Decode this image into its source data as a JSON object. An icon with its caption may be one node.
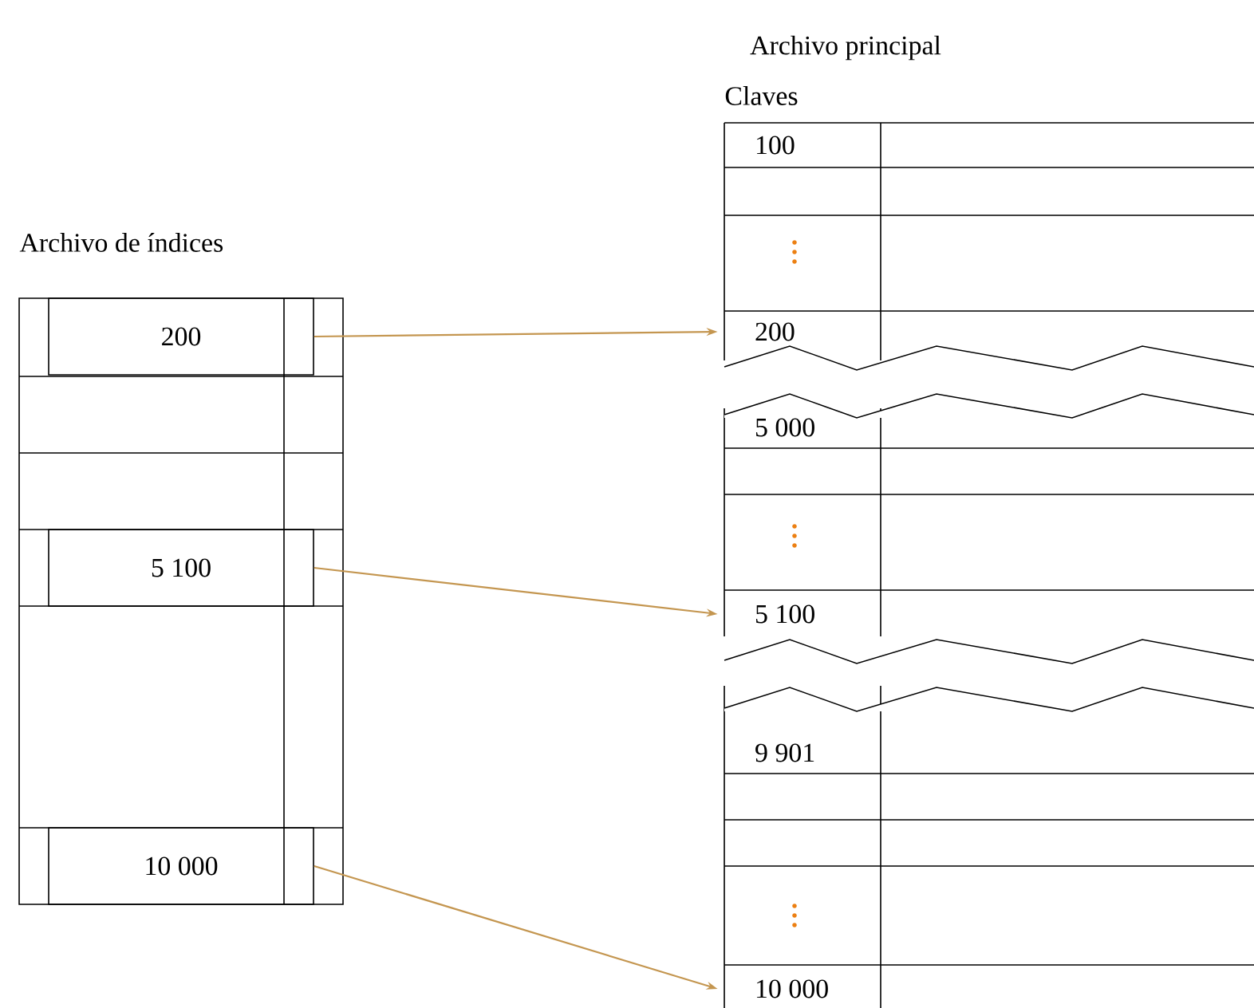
{
  "diagram": {
    "nodes": [
      {
        "text": [
          "200"
        ]
      },
      {
        "text": [
          "5 100"
        ]
      },
      {
        "text": [
          "10 000"
        ]
      },
      {
        "text": [
          "100"
        ]
      },
      {
        "text": [
          "200"
        ]
      },
      {
        "text": [
          "5 000"
        ]
      },
      {
        "text": [
          "5 100"
        ]
      },
      {
        "text": [
          "9 901"
        ]
      },
      {
        "text": [
          "10 000"
        ]
      }
    ],
    "edges": [
      {
        "from": 0,
        "to": 4,
        "arrow": "to"
      },
      {
        "from": 1,
        "to": 6,
        "arrow": "to"
      },
      {
        "from": 2,
        "to": 8,
        "arrow": "to"
      }
    ],
    "labels": [
      "Archivo principal",
      "Claves",
      "Archivo de índices"
    ]
  }
}
